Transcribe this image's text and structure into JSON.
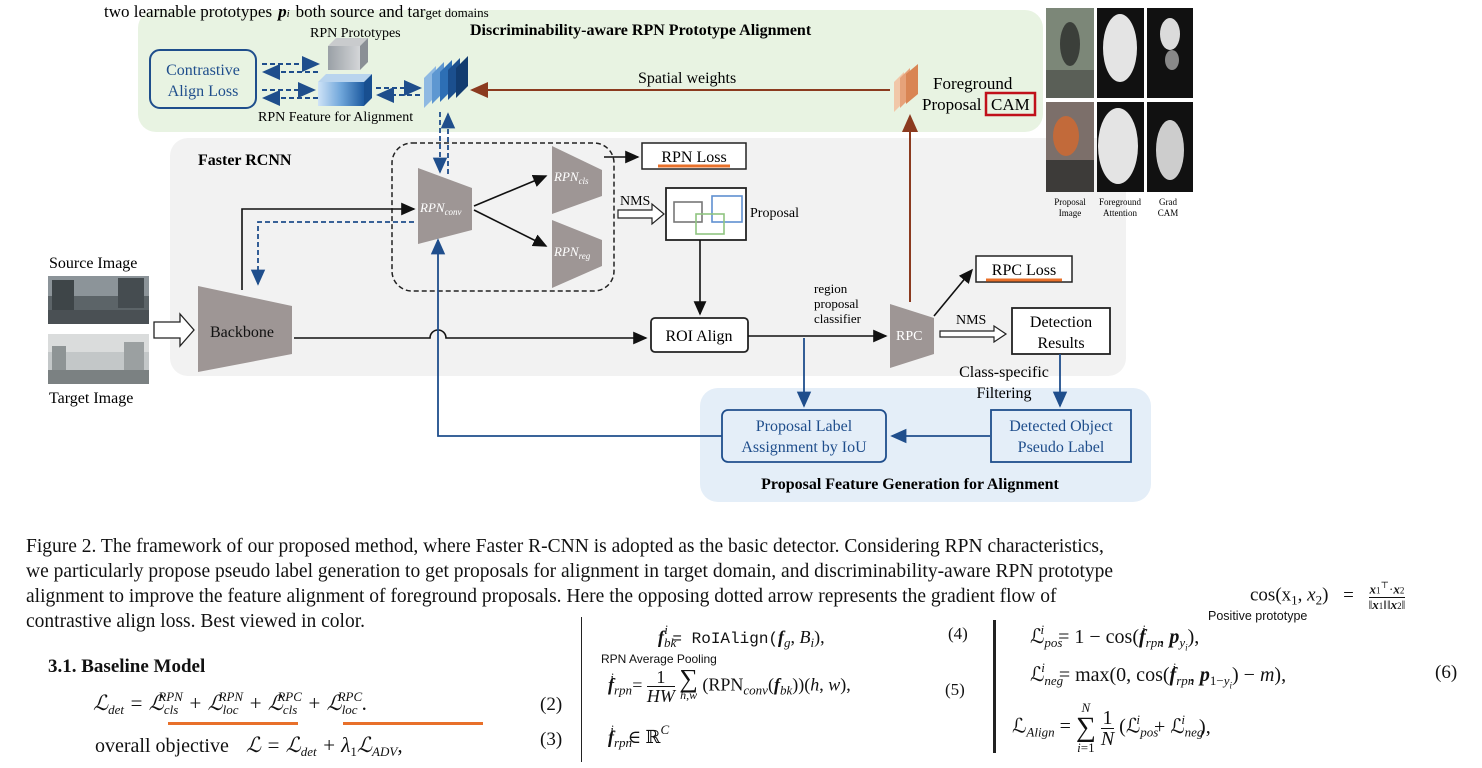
{
  "figure": {
    "top_note": "two learnable prototypes",
    "top_note_math": "p",
    "top_note_sub": "i",
    "top_note_tail": "both source and tar",
    "top_note_tail2": "get domains",
    "rpa_title": "Discriminability-aware RPN Prototype Alignment",
    "rpn_prototypes": "RPN Prototypes",
    "contrastive_loss_line1": "Contrastive",
    "contrastive_loss_line2": "Align Loss",
    "rpn_feature_alignment": "RPN Feature for Alignment",
    "spatial_weights": "Spatial weights",
    "foreground_line1": "Foreground",
    "foreground_line2": "Proposal",
    "cam": "CAM",
    "faster_rcnn": "Faster RCNN",
    "rpn_conv": "RPN",
    "rpn_conv_sub": "conv",
    "rpn_cls": "RPN",
    "rpn_cls_sub": "cls",
    "rpn_reg": "RPN",
    "rpn_reg_sub": "reg",
    "rpn_loss": "RPN Loss",
    "nms1": "NMS",
    "proposal": "Proposal",
    "source_image": "Source Image",
    "target_image": "Target Image",
    "backbone": "Backbone",
    "roi_align": "ROI Align",
    "region_l1": "region",
    "region_l2": "proposal",
    "region_l3": "classifier",
    "rpc": "RPC",
    "rpc_loss": "RPC Loss",
    "nms2": "NMS",
    "detection_l1": "Detection",
    "detection_l2": "Results",
    "class_filter_l1": "Class-specific",
    "class_filter_l2": "Filtering",
    "label_assign_l1": "Proposal Label",
    "label_assign_l2": "Assignment by IoU",
    "pseudo_l1": "Detected Object",
    "pseudo_l2": "Pseudo Label",
    "pfga_title": "Proposal Feature Generation for Alignment",
    "thumb_labels": [
      {
        "l1": "Proposal",
        "l2": "Image"
      },
      {
        "l1": "Foreground",
        "l2": "Attention"
      },
      {
        "l1": "Grad",
        "l2": "CAM"
      }
    ]
  },
  "caption": [
    "Figure 2. The framework of our proposed method, where Faster R-CNN is adopted as the basic detector. Considering RPN characteristics,",
    "we particularly propose pseudo label generation to get proposals for alignment in target domain, and discriminability-aware RPN prototype",
    "alignment to improve the feature alignment of foreground proposals.  Here the opposing dotted arrow represents the gradient flow of",
    "contrastive align loss. Best viewed in color."
  ],
  "section": {
    "heading": "3.1. Baseline Model",
    "eq2_lhs": "ℒ",
    "eq2_number": "(2)",
    "eq3_prefix": "overall objective",
    "eq3_number": "(3)"
  },
  "middle_column": {
    "eq4_lhs": "f",
    "eq4_rhs": "= RoIAlign(f",
    "eq4_number": "(4)",
    "rpn_avg_pooling": "RPN Average Pooling",
    "eq5_number": "(5)"
  },
  "right_column": {
    "cos_def": "cos(x",
    "positive_prototype": "Positive prototype",
    "eq6_number": "(6)"
  },
  "colors": {
    "green_panel": "#e8f3e2",
    "gray_panel": "#f2f2f2",
    "blue_panel": "#e4eef8",
    "trapezoid": "#9e9695",
    "dark_blue": "#1f4e8c",
    "brown_arrow": "#8b3a1f",
    "orange_underline": "#e8702a",
    "cam_red": "#c0101a"
  }
}
